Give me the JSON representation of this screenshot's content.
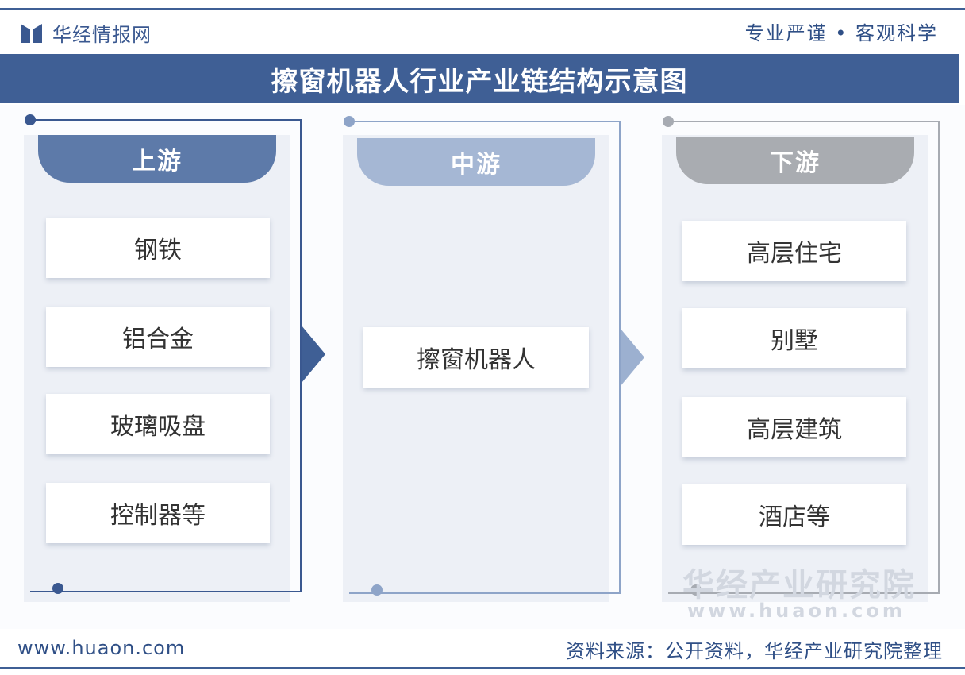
{
  "header": {
    "brand_name": "华经情报网",
    "slogan": "专业严谨 • 客观科学"
  },
  "title": "擦窗机器人行业产业链结构示意图",
  "stages": {
    "upstream": {
      "label": "上游",
      "items": [
        "钢铁",
        "铝合金",
        "玻璃吸盘",
        "控制器等"
      ]
    },
    "midstream": {
      "label": "中游",
      "items": [
        "擦窗机器人"
      ]
    },
    "downstream": {
      "label": "下游",
      "items": [
        "高层住宅",
        "别墅",
        "高层建筑",
        "酒店等"
      ]
    }
  },
  "watermark": {
    "name": "华经产业研究院",
    "url": "www.huaon.com"
  },
  "footer": {
    "url": "www.huaon.com",
    "source": "资料来源：公开资料，华经产业研究院整理"
  },
  "colors": {
    "primary": "#3f5f95",
    "upstream": "#5d7aa9",
    "midstream": "#a5b7d4",
    "downstream": "#a9acb1",
    "column_bg": "#edf0f6"
  }
}
